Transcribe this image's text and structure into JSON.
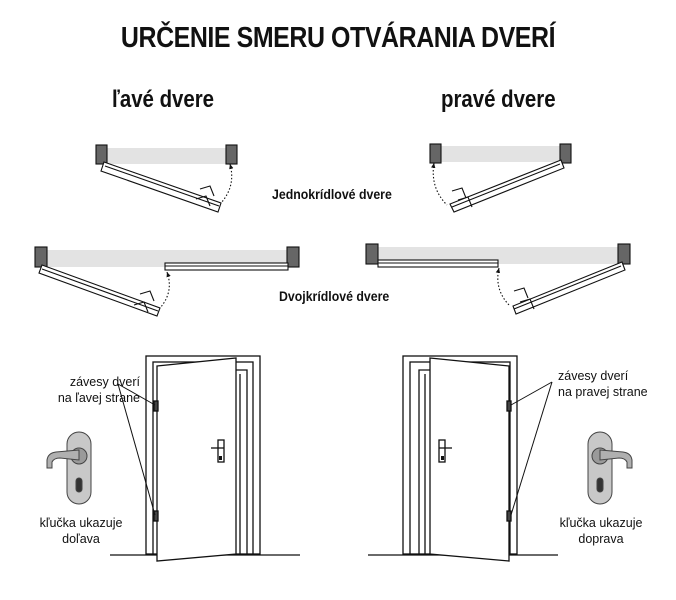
{
  "title": "URČENIE SMERU OTVÁRANIA DVERÍ",
  "left_heading": "ľavé dvere",
  "right_heading": "pravé dvere",
  "single_label": "Jednokrídlové dvere",
  "double_label": "Dvojkrídlové dvere",
  "left_hinges_label": [
    "závesy dverí",
    "na ľavej strane"
  ],
  "right_hinges_label": [
    "závesy dverí",
    "na pravej strane"
  ],
  "left_handle_label": [
    "kľučka ukazuje",
    "doľava"
  ],
  "right_handle_label": [
    "kľučka ukazuje",
    "doprava"
  ],
  "colors": {
    "frame": "#555555",
    "opening": "#e3e3e3",
    "line": "#111111"
  }
}
